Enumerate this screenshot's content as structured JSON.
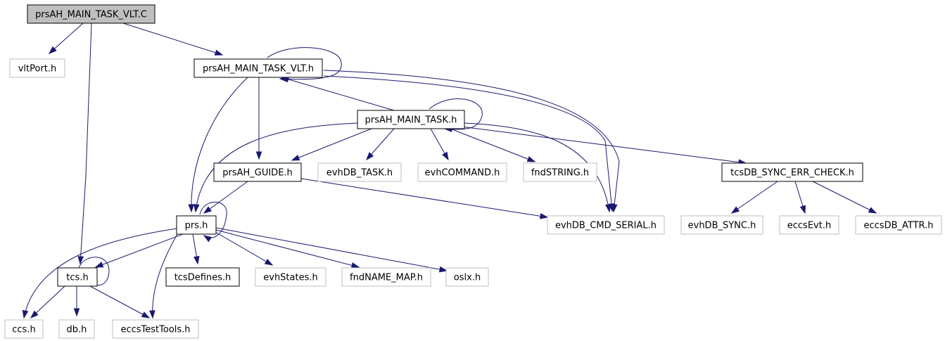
{
  "diagram": {
    "type": "include-dependency-graph",
    "edge_color": "#191970",
    "root_fill": "#bfbfbf",
    "external_stroke": "#bfbfbf",
    "nodes": [
      {
        "id": "root",
        "label": "prsAH_MAIN_TASK_VLT.C",
        "kind": "root"
      },
      {
        "id": "vltPort",
        "label": "vltPort.h",
        "kind": "external"
      },
      {
        "id": "mainvlt",
        "label": "prsAH_MAIN_TASK_VLT.h",
        "kind": "local"
      },
      {
        "id": "main",
        "label": "prsAH_MAIN_TASK.h",
        "kind": "local"
      },
      {
        "id": "guide",
        "label": "prsAH_GUIDE.h",
        "kind": "local"
      },
      {
        "id": "evhTask",
        "label": "evhDB_TASK.h",
        "kind": "external"
      },
      {
        "id": "evhCmd",
        "label": "evhCOMMAND.h",
        "kind": "external"
      },
      {
        "id": "fndStr",
        "label": "fndSTRING.h",
        "kind": "external"
      },
      {
        "id": "tcsSync",
        "label": "tcsDB_SYNC_ERR_CHECK.h",
        "kind": "local"
      },
      {
        "id": "prs",
        "label": "prs.h",
        "kind": "local"
      },
      {
        "id": "evhSerial",
        "label": "evhDB_CMD_SERIAL.h",
        "kind": "external"
      },
      {
        "id": "evhSyncH",
        "label": "evhDB_SYNC.h",
        "kind": "external"
      },
      {
        "id": "eccsEvt",
        "label": "eccsEvt.h",
        "kind": "external"
      },
      {
        "id": "eccsAttr",
        "label": "eccsDB_ATTR.h",
        "kind": "external"
      },
      {
        "id": "tcs",
        "label": "tcs.h",
        "kind": "local"
      },
      {
        "id": "tcsDef",
        "label": "tcsDefines.h",
        "kind": "local"
      },
      {
        "id": "evhStates",
        "label": "evhStates.h",
        "kind": "external"
      },
      {
        "id": "fndName",
        "label": "fndNAME_MAP.h",
        "kind": "external"
      },
      {
        "id": "oslx",
        "label": "oslx.h",
        "kind": "external"
      },
      {
        "id": "ccs",
        "label": "ccs.h",
        "kind": "external"
      },
      {
        "id": "db",
        "label": "db.h",
        "kind": "external"
      },
      {
        "id": "eccsTest",
        "label": "eccsTestTools.h",
        "kind": "external"
      }
    ],
    "edges": [
      {
        "from": "root",
        "to": "vltPort"
      },
      {
        "from": "root",
        "to": "mainvlt"
      },
      {
        "from": "root",
        "to": "tcs"
      },
      {
        "from": "mainvlt",
        "to": "mainvlt"
      },
      {
        "from": "mainvlt",
        "to": "main"
      },
      {
        "from": "mainvlt",
        "to": "guide"
      },
      {
        "from": "mainvlt",
        "to": "prs"
      },
      {
        "from": "mainvlt",
        "to": "evhSerial"
      },
      {
        "from": "main",
        "to": "mainvlt"
      },
      {
        "from": "main",
        "to": "main"
      },
      {
        "from": "main",
        "to": "guide"
      },
      {
        "from": "main",
        "to": "evhTask"
      },
      {
        "from": "main",
        "to": "evhCmd"
      },
      {
        "from": "main",
        "to": "fndStr"
      },
      {
        "from": "main",
        "to": "tcsSync"
      },
      {
        "from": "main",
        "to": "prs"
      },
      {
        "from": "main",
        "to": "evhSerial"
      },
      {
        "from": "guide",
        "to": "prs"
      },
      {
        "from": "guide",
        "to": "evhSerial"
      },
      {
        "from": "tcsSync",
        "to": "evhSyncH"
      },
      {
        "from": "tcsSync",
        "to": "eccsEvt"
      },
      {
        "from": "tcsSync",
        "to": "eccsAttr"
      },
      {
        "from": "prs",
        "to": "prs"
      },
      {
        "from": "prs",
        "to": "tcs"
      },
      {
        "from": "prs",
        "to": "tcsDef"
      },
      {
        "from": "prs",
        "to": "evhStates"
      },
      {
        "from": "prs",
        "to": "fndName"
      },
      {
        "from": "prs",
        "to": "oslx"
      },
      {
        "from": "prs",
        "to": "ccs"
      },
      {
        "from": "prs",
        "to": "eccsTest"
      },
      {
        "from": "tcs",
        "to": "tcs"
      },
      {
        "from": "tcs",
        "to": "ccs"
      },
      {
        "from": "tcs",
        "to": "db"
      },
      {
        "from": "tcs",
        "to": "eccsTest"
      }
    ]
  }
}
